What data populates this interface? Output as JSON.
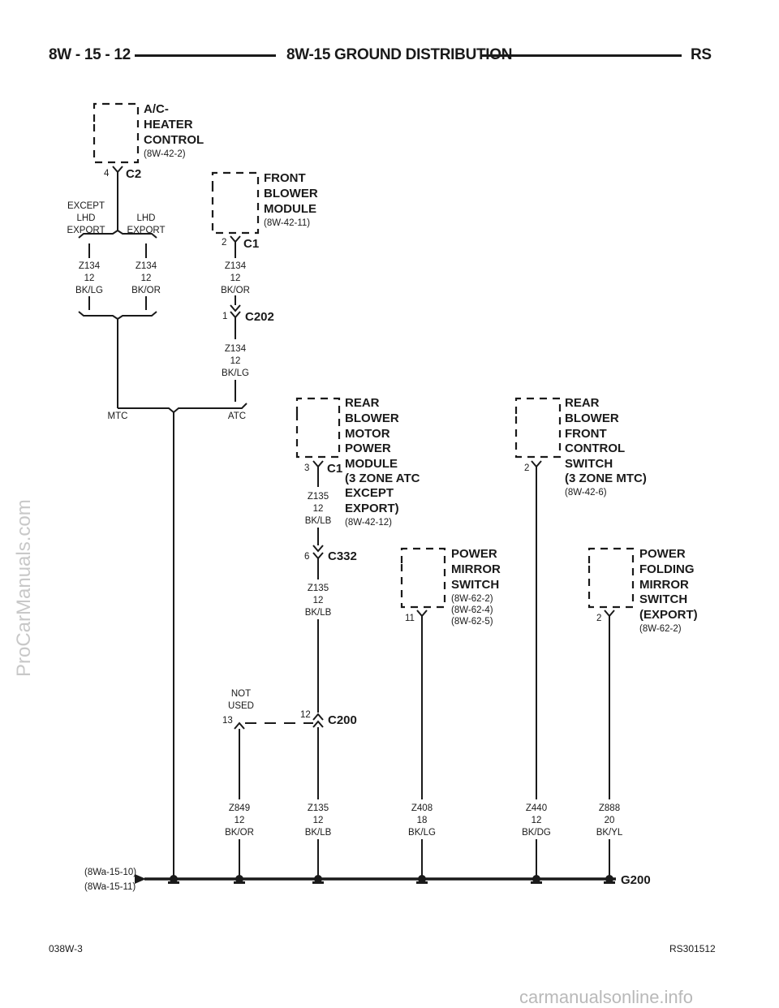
{
  "header": {
    "page_number": "8W - 15 - 12",
    "section_title": "8W-15 GROUND DISTRIBUTION",
    "model_code": "RS"
  },
  "footer": {
    "figure_code": "038W-3",
    "drawing_code": "RS301512"
  },
  "watermarks": {
    "side": "ProCarManuals.com",
    "bottom": "carmanualsonline.info"
  },
  "components": {
    "ac_heater_control": {
      "lines": [
        "A/C-",
        "HEATER",
        "CONTROL"
      ],
      "ref": "(8W-42-2)",
      "connector": "C2",
      "pin": "4"
    },
    "front_blower_module": {
      "lines": [
        "FRONT",
        "BLOWER",
        "MODULE"
      ],
      "ref": "(8W-42-11)",
      "connector": "C1",
      "pin": "2"
    },
    "rear_blower_motor_power_module": {
      "lines": [
        "REAR",
        "BLOWER",
        "MOTOR",
        "POWER",
        "MODULE",
        "(3 ZONE ATC",
        "EXCEPT",
        "EXPORT)"
      ],
      "ref": "(8W-42-12)",
      "connector": "C1",
      "pin": "3"
    },
    "rear_blower_front_control_switch": {
      "lines": [
        "REAR",
        "BLOWER",
        "FRONT",
        "CONTROL",
        "SWITCH",
        "(3 ZONE MTC)"
      ],
      "ref": "(8W-42-6)",
      "pin": "2"
    },
    "power_mirror_switch": {
      "lines": [
        "POWER",
        "MIRROR",
        "SWITCH"
      ],
      "refs": [
        "(8W-62-2)",
        "(8W-62-4)",
        "(8W-62-5)"
      ],
      "pin": "11"
    },
    "power_folding_mirror_switch": {
      "lines": [
        "POWER",
        "FOLDING",
        "MIRROR",
        "SWITCH",
        "(EXPORT)"
      ],
      "ref": "(8W-62-2)",
      "pin": "2"
    }
  },
  "branch_labels": {
    "except_lhd_export": [
      "EXCEPT",
      "LHD",
      "EXPORT"
    ],
    "lhd_export": [
      "LHD",
      "EXPORT"
    ],
    "mtc": "MTC",
    "atc": "ATC",
    "not_used": [
      "NOT",
      "USED"
    ]
  },
  "inline_connectors": {
    "c202": {
      "name": "C202",
      "pin": "1"
    },
    "c332": {
      "name": "C332",
      "pin": "6"
    },
    "c200": {
      "name": "C200",
      "pin_used": "12",
      "pin_unused": "13"
    }
  },
  "wires": {
    "z134_except": [
      "Z134",
      "12",
      "BK/LG"
    ],
    "z134_lhd": [
      "Z134",
      "12",
      "BK/OR"
    ],
    "z134_front_blower": [
      "Z134",
      "12",
      "BK/OR"
    ],
    "z134_after_c202": [
      "Z134",
      "12",
      "BK/LG"
    ],
    "z135_upper": [
      "Z135",
      "12",
      "BK/LB"
    ],
    "z135_mid": [
      "Z135",
      "12",
      "BK/LB"
    ],
    "z849": [
      "Z849",
      "12",
      "BK/OR"
    ],
    "z135_lower": [
      "Z135",
      "12",
      "BK/LB"
    ],
    "z408": [
      "Z408",
      "18",
      "BK/LG"
    ],
    "z440": [
      "Z440",
      "12",
      "BK/DG"
    ],
    "z888": [
      "Z888",
      "20",
      "BK/YL"
    ]
  },
  "ground": {
    "name": "G200",
    "refs": [
      "(8Wa-15-10)",
      "(8Wa-15-11)"
    ]
  }
}
